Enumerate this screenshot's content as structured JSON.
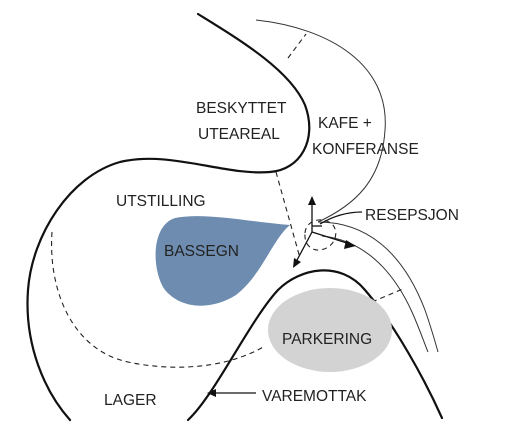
{
  "labels": {
    "beskyttet_line1": "BESKYTTET",
    "beskyttet_line2": "UTEAREAL",
    "kafe_line1": "KAFE +",
    "kafe_line2": "KONFERANSE",
    "resepsjon": "RESEPSJON",
    "utstilling": "UTSTILLING",
    "bassegn": "BASSEGN",
    "parkering": "PARKERING",
    "lager": "LAGER",
    "varemottak": "VAREMOTTAK"
  },
  "colors": {
    "pool": "#6d8caf",
    "parking": "#d3d3d3",
    "line": "#111111"
  }
}
